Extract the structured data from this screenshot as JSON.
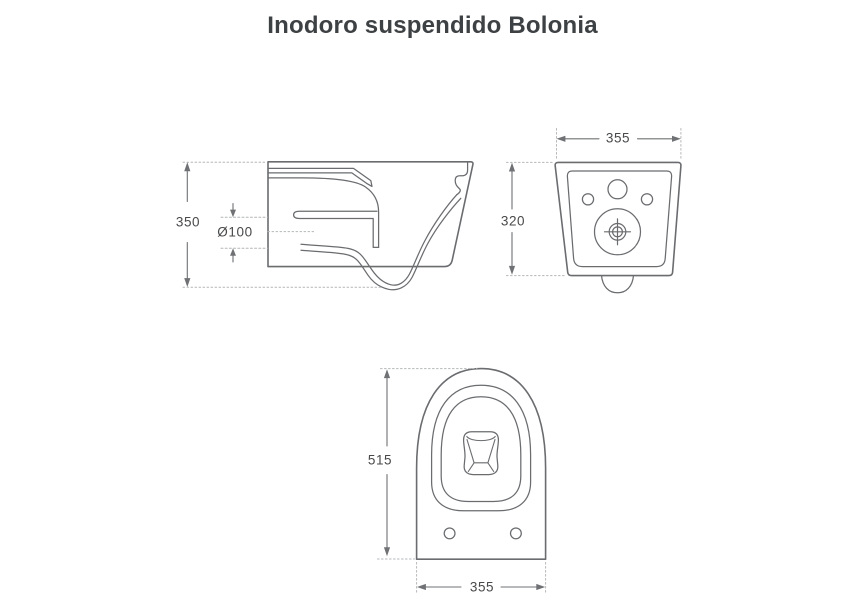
{
  "title": "Inodoro suspendido Bolonia",
  "colors": {
    "background": "#ffffff",
    "drawing_line": "#6a6c6f",
    "dimension_line": "#6f7174",
    "extension_line": "#b4b6b8",
    "label_text": "#48494b",
    "title_text": "#3e4144"
  },
  "views": {
    "side": {
      "dimensions": {
        "height": "350",
        "outlet_diameter": "Ø100"
      }
    },
    "back": {
      "dimensions": {
        "width": "355",
        "height": "320"
      }
    },
    "top": {
      "dimensions": {
        "depth": "515",
        "width": "355"
      }
    }
  }
}
